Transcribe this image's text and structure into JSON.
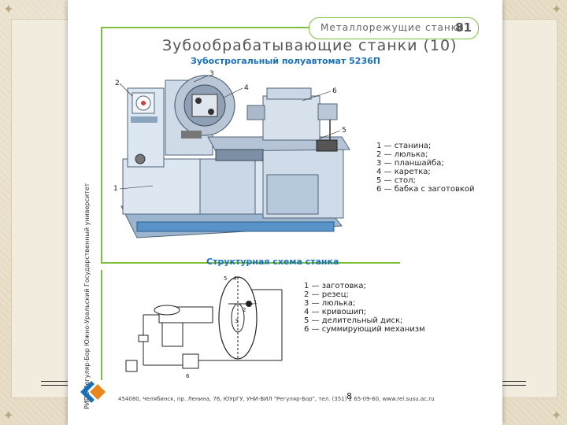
{
  "header": {
    "section": "Металлорежущие станки",
    "page_number": "81"
  },
  "title": "Зубообрабатывающие станки (10)",
  "machine": {
    "caption": "Зубострогальный полуавтомат 5236П",
    "callouts": [
      "1",
      "2",
      "3",
      "4",
      "5",
      "6"
    ],
    "legend": [
      "1 — станина;",
      "2 — люлька;",
      "3 — планшайба;",
      "4 — каретка;",
      "5 — стол;",
      "6 — бабка с заготовкой"
    ]
  },
  "scheme": {
    "caption": "Структурная схема станка",
    "legend": [
      "1 — заготовка;",
      "2 — резец;",
      "3 — люлька;",
      "4 — кривошип;",
      "5 — делительный диск;",
      "6 — суммирующий механизм"
    ]
  },
  "side_credit": "РИПО Регуляр-Бор   Южно-Уральский Государственный университет",
  "footer": "454080, Челябинск, пр. Ленина, 76, ЮУрГУ, УНИ-ВИЛ \"Регуляр-Бор\", тел. (351) 2 65-09-60, www.rel.susu.ac.ru",
  "slide_number": "8",
  "colors": {
    "accent_green": "#7fbf3f",
    "caption_blue": "#1a70b8",
    "machine_body": "#d8e4f0",
    "machine_dark": "#8da6bf"
  }
}
